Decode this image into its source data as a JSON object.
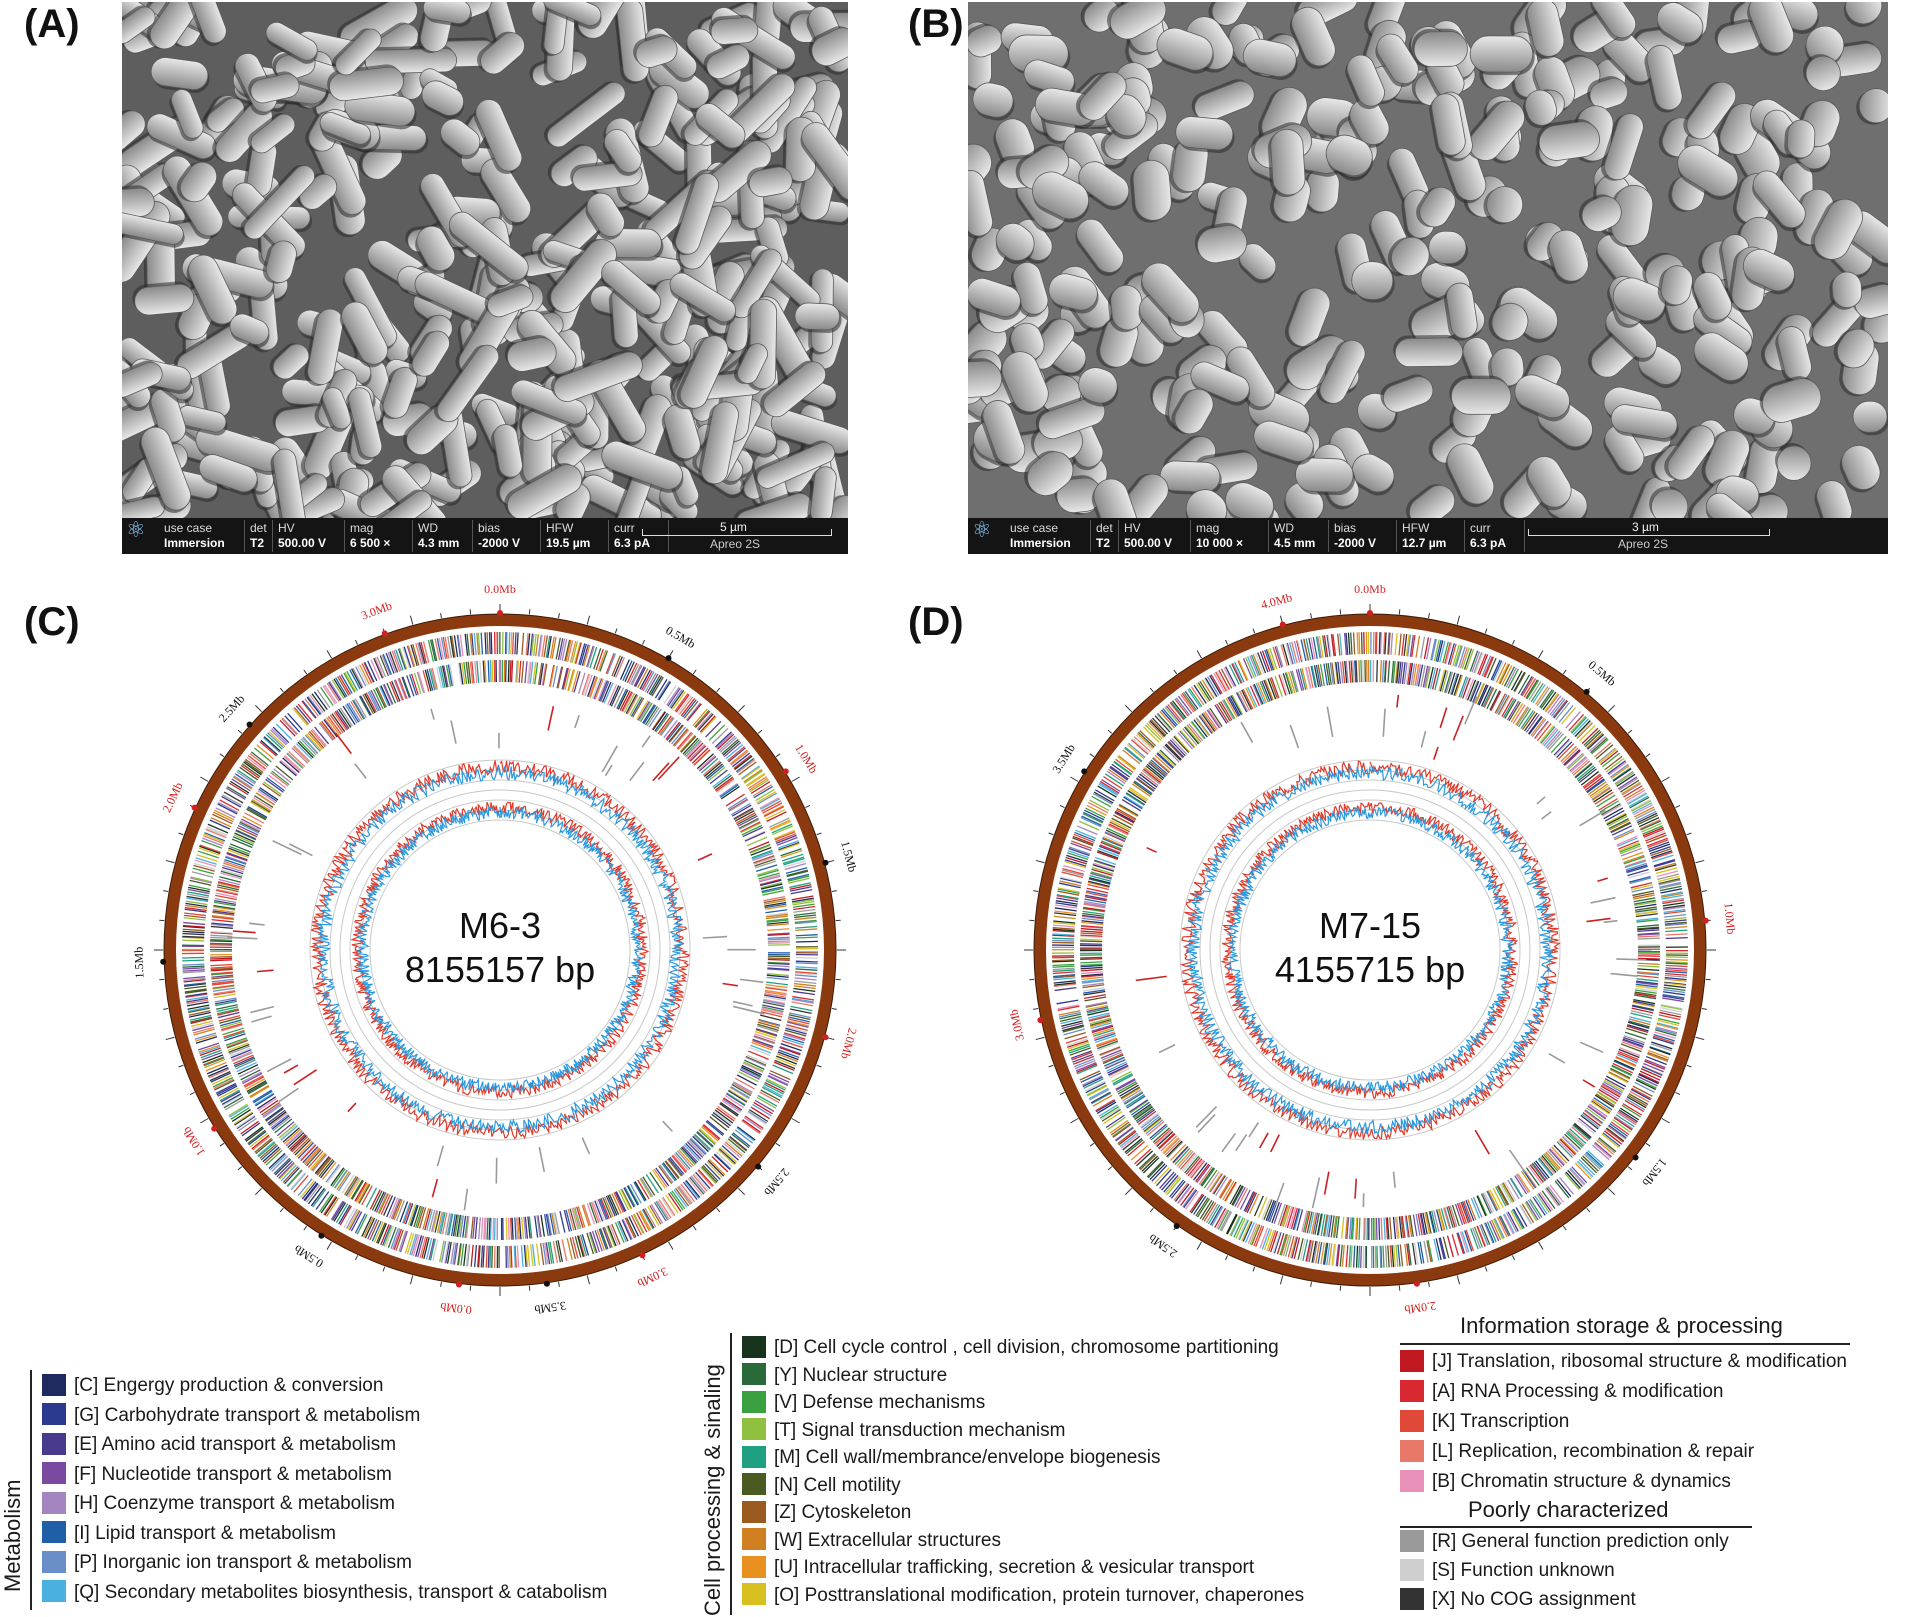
{
  "panels": {
    "a": "(A)",
    "b": "(B)",
    "c": "(C)",
    "d": "(D)"
  },
  "sem": [
    {
      "id": "a",
      "use_case_label": "use case",
      "use_case_value": "Immersion",
      "det_label": "det",
      "det_value": "T2",
      "hv_label": "HV",
      "hv_value": "500.00 V",
      "mag_label": "mag",
      "mag_value": "6 500 ×",
      "wd_label": "WD",
      "wd_value": "4.3 mm",
      "bias_label": "bias",
      "bias_value": "-2000 V",
      "hfw_label": "HFW",
      "hfw_value": "19.5 µm",
      "curr_label": "curr",
      "curr_value": "6.3 pA",
      "scale_label": "5 µm",
      "model": "Apreo 2S"
    },
    {
      "id": "b",
      "use_case_label": "use case",
      "use_case_value": "Immersion",
      "det_label": "det",
      "det_value": "T2",
      "hv_label": "HV",
      "hv_value": "500.00 V",
      "mag_label": "mag",
      "mag_value": "10 000 ×",
      "wd_label": "WD",
      "wd_value": "4.5 mm",
      "bias_label": "bias",
      "bias_value": "-2000 V",
      "hfw_label": "HFW",
      "hfw_value": "12.7 µm",
      "curr_label": "curr",
      "curr_value": "6.3 pA",
      "scale_label": "3 µm",
      "model": "Apreo 2S"
    }
  ],
  "genomes": [
    {
      "id": "c",
      "name": "M6-3",
      "size_text": "8155157 bp",
      "tick_labels": [
        {
          "text": "0.0Mb",
          "color": "#d02020",
          "angle": 0
        },
        {
          "text": "0.5Mb",
          "color": "#111111",
          "angle": 30
        },
        {
          "text": "1.0Mb",
          "color": "#d02020",
          "angle": 58
        },
        {
          "text": "1.5Mb",
          "color": "#111111",
          "angle": 75
        },
        {
          "text": "2.0Mb",
          "color": "#d02020",
          "angle": 105
        },
        {
          "text": "2.5Mb",
          "color": "#111111",
          "angle": 130
        },
        {
          "text": "3.0Mb",
          "color": "#d02020",
          "angle": 155
        },
        {
          "text": "3.5Mb",
          "color": "#111111",
          "angle": 172
        },
        {
          "text": "0.0Mb",
          "color": "#d02020",
          "angle": 187
        },
        {
          "text": "0.5Mb",
          "color": "#111111",
          "angle": 212
        },
        {
          "text": "1.0Mb",
          "color": "#d02020",
          "angle": 238
        },
        {
          "text": "1.5Mb",
          "color": "#111111",
          "angle": 268
        },
        {
          "text": "2.0Mb",
          "color": "#d02020",
          "angle": 295
        },
        {
          "text": "2.5Mb",
          "color": "#111111",
          "angle": 312
        },
        {
          "text": "3.0Mb",
          "color": "#d02020",
          "angle": 340
        }
      ]
    },
    {
      "id": "d",
      "name": "M7-15",
      "size_text": "4155715 bp",
      "tick_labels": [
        {
          "text": "0.0Mb",
          "color": "#d02020",
          "angle": 0
        },
        {
          "text": "0.5Mb",
          "color": "#111111",
          "angle": 40
        },
        {
          "text": "1.0Mb",
          "color": "#d02020",
          "angle": 85
        },
        {
          "text": "1.5Mb",
          "color": "#111111",
          "angle": 128
        },
        {
          "text": "2.0Mb",
          "color": "#d02020",
          "angle": 172
        },
        {
          "text": "2.5Mb",
          "color": "#111111",
          "angle": 215
        },
        {
          "text": "3.0Mb",
          "color": "#d02020",
          "angle": 258
        },
        {
          "text": "3.5Mb",
          "color": "#111111",
          "angle": 302
        },
        {
          "text": "4.0Mb",
          "color": "#d02020",
          "angle": 345
        }
      ]
    }
  ],
  "legend": {
    "metabolism_title": "Metabolism",
    "metabolism": [
      {
        "label": "[C] Engergy production & conversion",
        "color": "#1f2a5e"
      },
      {
        "label": "[G] Carbohydrate transport & metabolism",
        "color": "#2b3a8e"
      },
      {
        "label": "[E] Amino acid transport & metabolism",
        "color": "#4a3a8e"
      },
      {
        "label": "[F] Nucleotide transport & metabolism",
        "color": "#7a4aa0"
      },
      {
        "label": "[H] Coenzyme transport & metabolism",
        "color": "#a585c0"
      },
      {
        "label": "[I] Lipid transport & metabolism",
        "color": "#1f5fa8"
      },
      {
        "label": "[P] Inorganic ion transport & metabolism",
        "color": "#6a8ec8"
      },
      {
        "label": "[Q] Secondary metabolites biosynthesis, transport & catabolism",
        "color": "#4ab0e0"
      }
    ],
    "cell_title": "Cell processing & sinaling",
    "cell": [
      {
        "label": "[D] Cell cycle control , cell division, chromosome partitioning",
        "color": "#17331c"
      },
      {
        "label": "[Y] Nuclear structure",
        "color": "#2a6a3a"
      },
      {
        "label": "[V] Defense mechanisms",
        "color": "#3aa040"
      },
      {
        "label": "[T] Signal transduction mechanism",
        "color": "#8fc040"
      },
      {
        "label": "[M] Cell wall/membrance/envelope biogenesis",
        "color": "#1fa080"
      },
      {
        "label": "[N] Cell motility",
        "color": "#4a5a20"
      },
      {
        "label": "[Z] Cytoskeleton",
        "color": "#9a5a20"
      },
      {
        "label": "[W] Extracellular structures",
        "color": "#d08020"
      },
      {
        "label": "[U] Intracellular trafficking, secretion & vesicular transport",
        "color": "#e89020"
      },
      {
        "label": "[O] Posttranslational modification, protein turnover, chaperones",
        "color": "#d8c020"
      }
    ],
    "info_title": "Information storage & processing",
    "info": [
      {
        "label": "[J] Translation, ribosomal structure & modification",
        "color": "#c01820"
      },
      {
        "label": "[A] RNA Processing & modification",
        "color": "#d82830"
      },
      {
        "label": "[K] Transcription",
        "color": "#e04838"
      },
      {
        "label": "[L] Replication, recombination & repair",
        "color": "#e87868"
      },
      {
        "label": "[B] Chromatin structure & dynamics",
        "color": "#e890b8"
      }
    ],
    "poor_title": "Poorly characterized",
    "poor": [
      {
        "label": "[R] General function prediction only",
        "color": "#9a9a9a"
      },
      {
        "label": "[S] Function unknown",
        "color": "#cfcfcf"
      },
      {
        "label": "[X] No COG assignment",
        "color": "#333333"
      }
    ]
  }
}
